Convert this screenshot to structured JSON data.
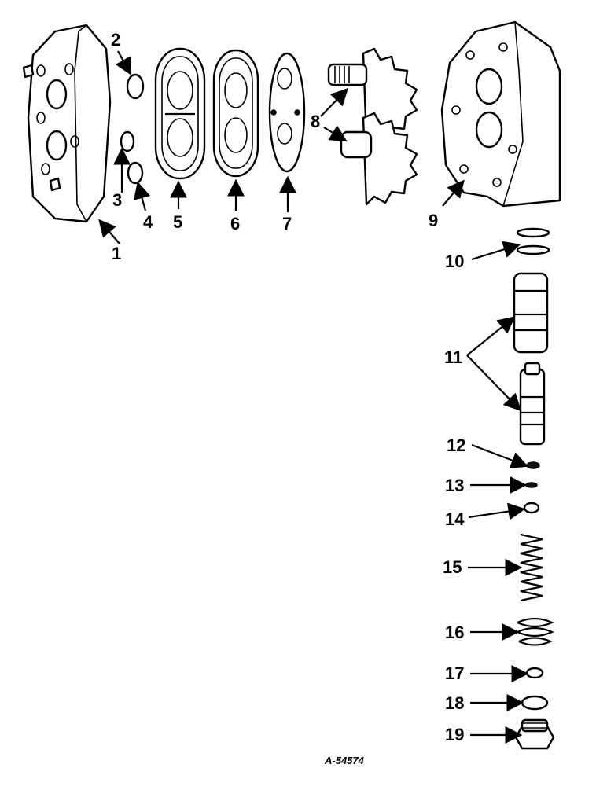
{
  "diagram": {
    "part_numbers": [
      "1",
      "2",
      "3",
      "4",
      "5",
      "6",
      "7",
      "8",
      "9",
      "10",
      "11",
      "12",
      "13",
      "14",
      "15",
      "16",
      "17",
      "18",
      "19"
    ],
    "catalog_number": "A-54574"
  },
  "colors": {
    "ink": "#000000",
    "paper": "#ffffff"
  }
}
